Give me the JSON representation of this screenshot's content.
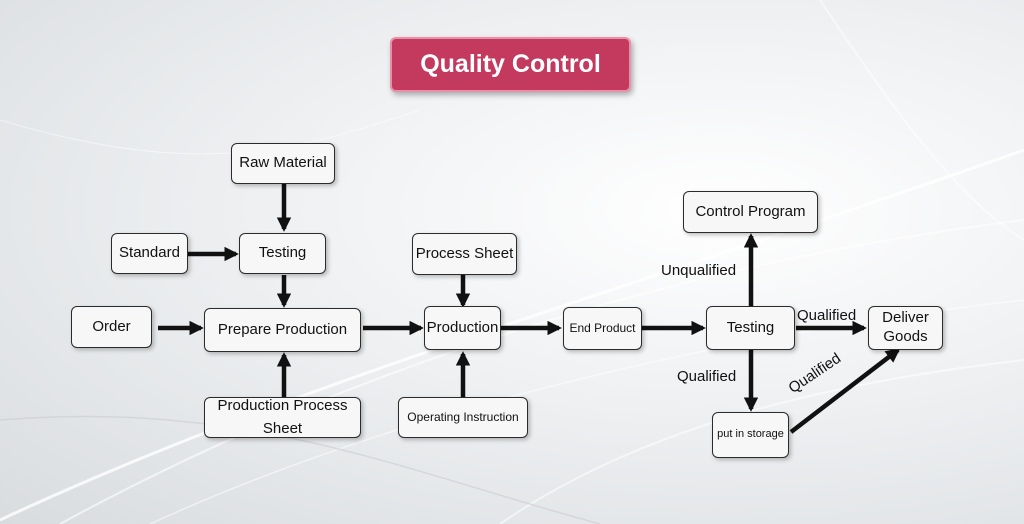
{
  "title": "Quality Control",
  "colors": {
    "title_bg": "#c4395e",
    "node_bg": "#f7f7f7",
    "arrow": "#111111"
  },
  "nodes": {
    "raw_material": "Raw Material",
    "standard": "Standard",
    "testing_1": "Testing",
    "order": "Order",
    "prepare_production": "Prepare Production",
    "production_process_sheet": [
      "Production Process",
      "Sheet"
    ],
    "process_sheet": "Process Sheet",
    "production": "Production",
    "operating_instruction": "Operating Instruction",
    "end_product": "End Product",
    "control_program": "Control Program",
    "testing_2": "Testing",
    "deliver_goods": [
      "Deliver",
      "Goods"
    ],
    "put_in_storage": "put in storage"
  },
  "edge_labels": {
    "unqualified": "Unqualified",
    "qualified_right": "Qualified",
    "qualified_down": "Qualified",
    "qualified_diag": "Qualified"
  },
  "edges": [
    {
      "from": "raw_material",
      "to": "testing_1"
    },
    {
      "from": "standard",
      "to": "testing_1"
    },
    {
      "from": "testing_1",
      "to": "prepare_production"
    },
    {
      "from": "order",
      "to": "prepare_production"
    },
    {
      "from": "production_process_sheet",
      "to": "prepare_production"
    },
    {
      "from": "prepare_production",
      "to": "production"
    },
    {
      "from": "process_sheet",
      "to": "production"
    },
    {
      "from": "operating_instruction",
      "to": "production"
    },
    {
      "from": "production",
      "to": "end_product"
    },
    {
      "from": "end_product",
      "to": "testing_2"
    },
    {
      "from": "testing_2",
      "to": "control_program",
      "label": "Unqualified"
    },
    {
      "from": "testing_2",
      "to": "deliver_goods",
      "label": "Qualified"
    },
    {
      "from": "testing_2",
      "to": "put_in_storage",
      "label": "Qualified"
    },
    {
      "from": "put_in_storage",
      "to": "deliver_goods",
      "label": "Qualified"
    }
  ]
}
